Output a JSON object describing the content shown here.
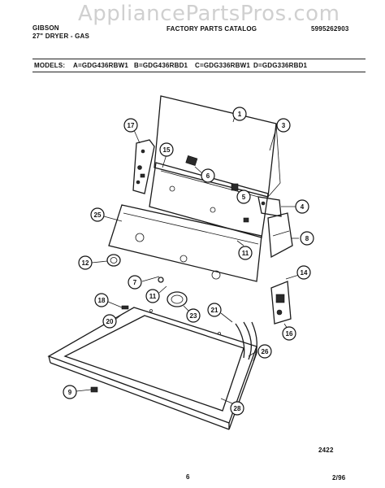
{
  "watermark": "AppliancePartsPros.com",
  "header": {
    "brand": "GIBSON",
    "product": "27\" DRYER - GAS",
    "catalog": "FACTORY PARTS CATALOG",
    "doc_number": "5995262903"
  },
  "models": {
    "label": "MODELS:",
    "a": "A=GDG436RBW1",
    "b": "B=GDG436RBD1",
    "c": "C=GDG336RBW1",
    "d": "D=GDG336RBD1"
  },
  "callouts": [
    {
      "id": "c1",
      "label": "1"
    },
    {
      "id": "c3",
      "label": "3"
    },
    {
      "id": "c17",
      "label": "17"
    },
    {
      "id": "c15",
      "label": "15"
    },
    {
      "id": "c6",
      "label": "6"
    },
    {
      "id": "c5",
      "label": "5"
    },
    {
      "id": "c4",
      "label": "4"
    },
    {
      "id": "c8",
      "label": "8"
    },
    {
      "id": "c25",
      "label": "25"
    },
    {
      "id": "c11a",
      "label": "11"
    },
    {
      "id": "c12",
      "label": "12"
    },
    {
      "id": "c7",
      "label": "7"
    },
    {
      "id": "c11b",
      "label": "11"
    },
    {
      "id": "c14",
      "label": "14"
    },
    {
      "id": "c18",
      "label": "18"
    },
    {
      "id": "c20",
      "label": "20"
    },
    {
      "id": "c23",
      "label": "23"
    },
    {
      "id": "c21",
      "label": "21"
    },
    {
      "id": "c16",
      "label": "16"
    },
    {
      "id": "c26",
      "label": "26"
    },
    {
      "id": "c9",
      "label": "9"
    },
    {
      "id": "c28",
      "label": "28"
    }
  ],
  "footer": {
    "figure_number": "2422",
    "page_number": "6",
    "date": "2/96"
  }
}
